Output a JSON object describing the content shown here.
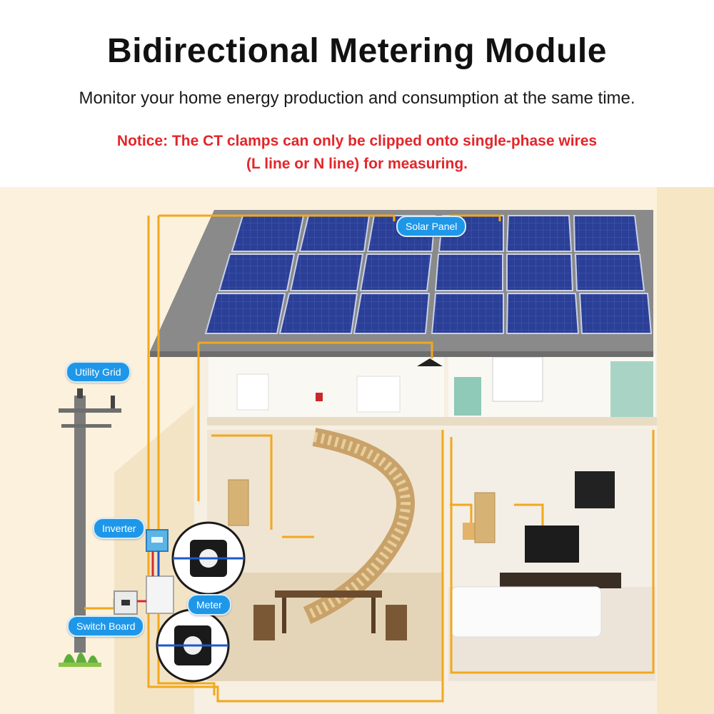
{
  "header": {
    "title": "Bidirectional Metering Module",
    "subtitle": "Monitor your home energy production and consumption at the same time.",
    "notice_line1": "Notice: The CT clamps can only be clipped onto single-phase wires",
    "notice_line2": "(L line or N line) for measuring."
  },
  "labels": {
    "solar_panel": "Solar Panel",
    "utility_grid": "Utility Grid",
    "inverter": "Inverter",
    "meter": "Meter",
    "switch_board": "Switch Board"
  },
  "colors": {
    "title": "#111111",
    "notice": "#e3262a",
    "label_bg": "#1f97e8",
    "wire": "#f2a81d",
    "panel": "#2a3c8f",
    "background": "#fbf1dc"
  },
  "icons": [
    "solar-panel-icon",
    "utility-pole-icon",
    "inverter-icon",
    "meter-icon",
    "switch-board-icon",
    "ct-clamp-icon",
    "plant-icon"
  ]
}
